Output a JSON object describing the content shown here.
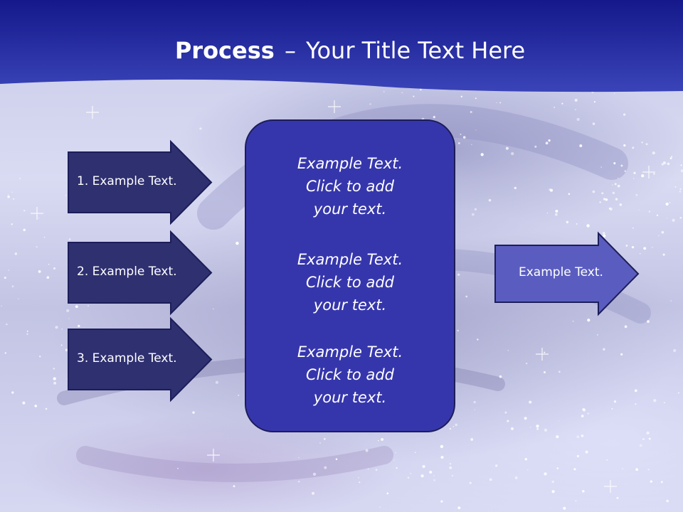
{
  "title": {
    "bold": "Process",
    "dash": "–",
    "rest": "Your Title Text Here"
  },
  "left_arrows": [
    {
      "label": "1. Example Text."
    },
    {
      "label": "2. Example Text."
    },
    {
      "label": "3. Example Text."
    }
  ],
  "center_box": {
    "blocks": [
      {
        "line1": "Example Text.",
        "line2": "Click  to add",
        "line3": "your text."
      },
      {
        "line1": "Example Text.",
        "line2": "Click  to add",
        "line3": "your text."
      },
      {
        "line1": "Example Text.",
        "line2": "Click  to add",
        "line3": "your text."
      }
    ]
  },
  "right_arrow": {
    "label": "Example Text."
  },
  "colors": {
    "header_band": "#2f36a8",
    "dark_arrow": "#2f3070",
    "center_box": "#3636ac",
    "right_arrow": "#5a5dbf",
    "outline": "#1c1d59"
  }
}
